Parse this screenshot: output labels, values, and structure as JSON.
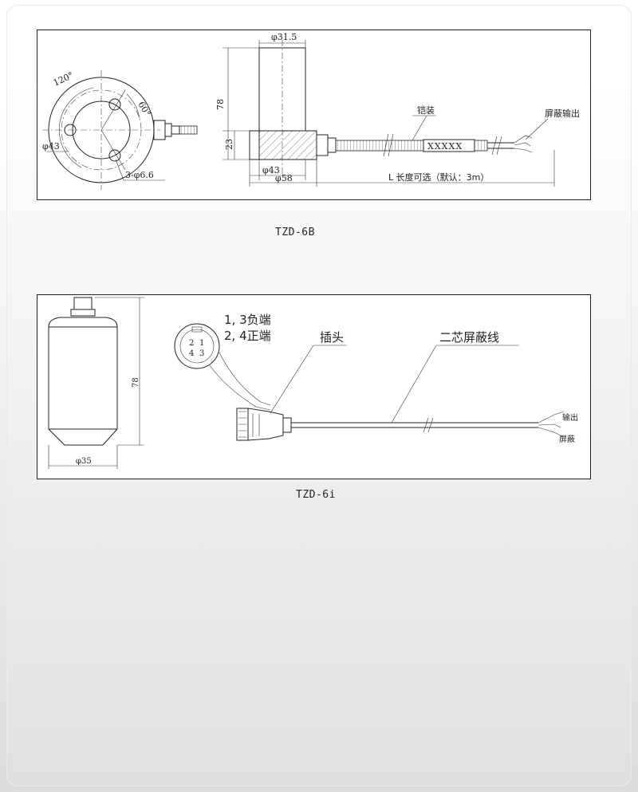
{
  "drawing_6b": {
    "caption": "TZD-6B",
    "angle_120": "120°",
    "angle_60": "60°",
    "dim_phi43_left": "φ43",
    "dim_holes": "3-φ6.6",
    "dim_phi31_5": "φ31.5",
    "dim_78": "78",
    "dim_23": "23",
    "dim_phi43": "φ43",
    "dim_phi58": "φ58",
    "label_armor": "铠装",
    "label_marking": "XXXXX",
    "label_output": "屏蔽输出",
    "label_length": "L 长度可选（默认：3m）"
  },
  "drawing_6i": {
    "caption": "TZD-6i",
    "dim_78": "78",
    "dim_phi35": "φ35",
    "pin_note_1": "1, 3负端",
    "pin_note_2": "2, 4正端",
    "pin_2": "2",
    "pin_1": "1",
    "pin_4": "4",
    "pin_3": "3",
    "label_plug": "插头",
    "label_cable": "二芯屏蔽线",
    "label_output": "输出",
    "label_shield": "屏蔽"
  }
}
